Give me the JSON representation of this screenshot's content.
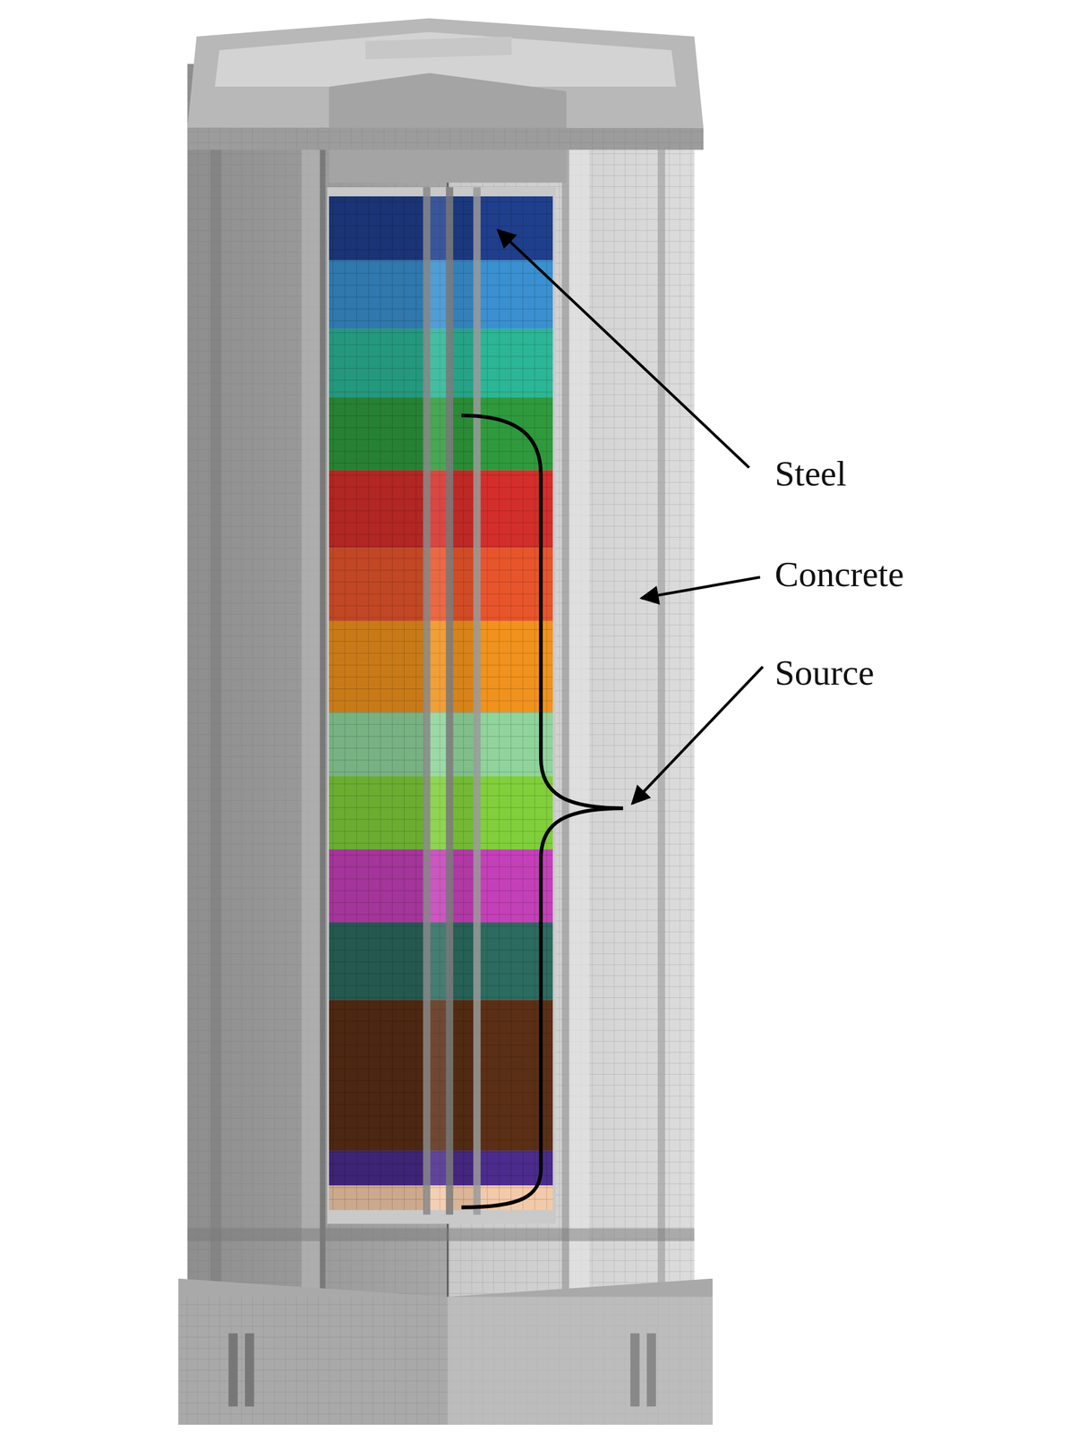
{
  "diagram": {
    "labels": [
      "Steel",
      "Concrete",
      "Source"
    ]
  }
}
